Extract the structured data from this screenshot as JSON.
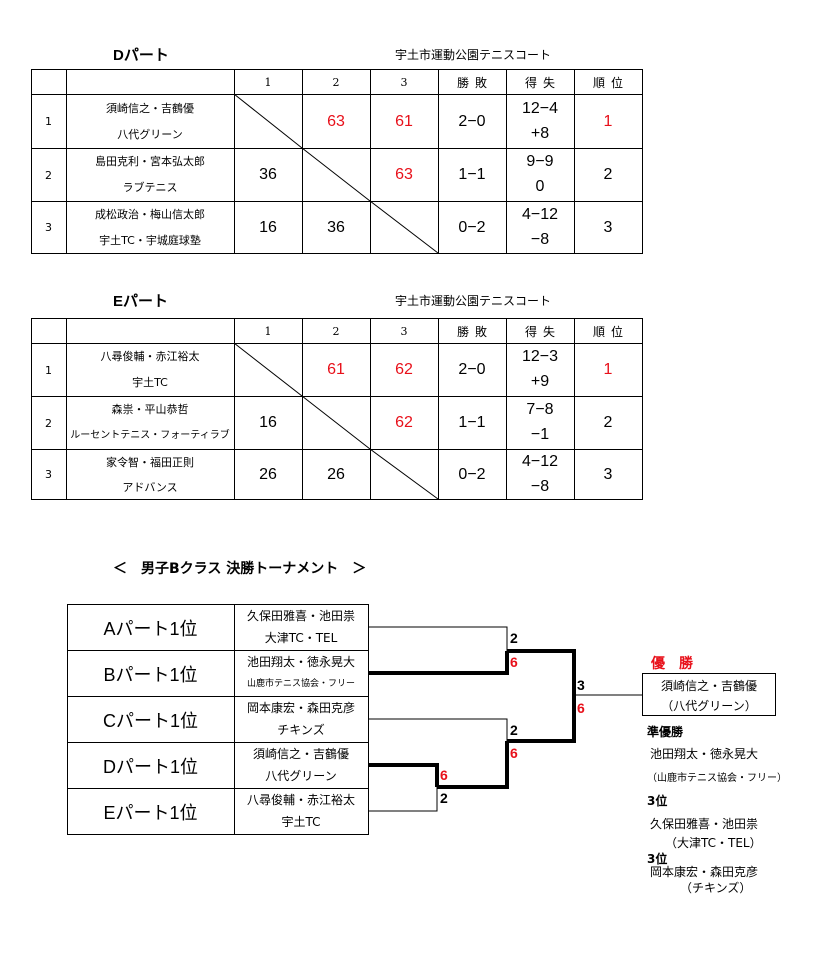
{
  "venue": "宇土市運動公園テニスコート",
  "header": {
    "col1": "1",
    "col2": "2",
    "col3": "3",
    "wl": "勝敗",
    "diff": "得失",
    "rank": "順位"
  },
  "parts": [
    {
      "title": "Dパート",
      "rows": [
        {
          "num": "1",
          "names": "須崎信之・吉鶴優",
          "club": "八代グリーン",
          "s1": "",
          "s2": "63",
          "s3": "61",
          "wl": "2−0",
          "gd": "12−4",
          "net": "+8",
          "rank": "1"
        },
        {
          "num": "2",
          "names": "島田克利・宮本弘太郎",
          "club": "ラブテニス",
          "s1": "36",
          "s2": "",
          "s3": "63",
          "wl": "1−1",
          "gd": "9−9",
          "net": "0",
          "rank": "2"
        },
        {
          "num": "3",
          "names": "成松政治・梅山信太郎",
          "club": "宇土TC・宇城庭球塾",
          "s1": "16",
          "s2": "36",
          "s3": "",
          "wl": "0−2",
          "gd": "4−12",
          "net": "−8",
          "rank": "3"
        }
      ]
    },
    {
      "title": "Eパート",
      "rows": [
        {
          "num": "1",
          "names": "八尋俊輔・赤江裕太",
          "club": "宇土TC",
          "s1": "",
          "s2": "61",
          "s3": "62",
          "wl": "2−0",
          "gd": "12−3",
          "net": "+9",
          "rank": "1"
        },
        {
          "num": "2",
          "names": "森祟・平山恭哲",
          "club": "ルーセントテニス・フォーティラブ",
          "s1": "16",
          "s2": "",
          "s3": "62",
          "wl": "1−1",
          "gd": "7−8",
          "net": "−1",
          "rank": "2"
        },
        {
          "num": "3",
          "names": "家令智・福田正則",
          "club": "アドバンス",
          "s1": "26",
          "s2": "26",
          "s3": "",
          "wl": "0−2",
          "gd": "4−12",
          "net": "−8",
          "rank": "3"
        }
      ]
    }
  ],
  "tournament": {
    "title": "＜　男子Bクラス 決勝トーナメント　＞",
    "slots": [
      {
        "label": "Aパート1位",
        "names": "久保田雅喜・池田祟",
        "club": "大津TC・TEL"
      },
      {
        "label": "Bパート1位",
        "names": "池田翔太・徳永晃大",
        "club": "山鹿市テニス協会・フリー"
      },
      {
        "label": "Cパート1位",
        "names": "岡本康宏・森田克彦",
        "club": "チキンズ"
      },
      {
        "label": "Dパート1位",
        "names": "須崎信之・吉鶴優",
        "club": "八代グリーン"
      },
      {
        "label": "Eパート1位",
        "names": "八尋俊輔・赤江裕太",
        "club": "宇土TC"
      }
    ],
    "scores": {
      "ab_top": "2",
      "ab_bot": "6",
      "de_top": "6",
      "de_bot": "2",
      "cde_top": "2",
      "cde_bot": "6",
      "final_top": "3",
      "final_bot": "6"
    },
    "results": {
      "champion_label": "優　勝",
      "champion_names": "須崎信之・吉鶴優",
      "champion_club": "（八代グリーン）",
      "runner_label": "準優勝",
      "runner_names": "池田翔太・徳永晃大",
      "runner_club": "（山鹿市テニス協会・フリー）",
      "third1_label": "3位",
      "third1_names": "久保田雅喜・池田祟",
      "third1_club": "（大津TC・TEL）",
      "third2_label": "3位",
      "third2_names": "岡本康宏・森田克彦",
      "third2_club": "（チキンズ）"
    }
  }
}
